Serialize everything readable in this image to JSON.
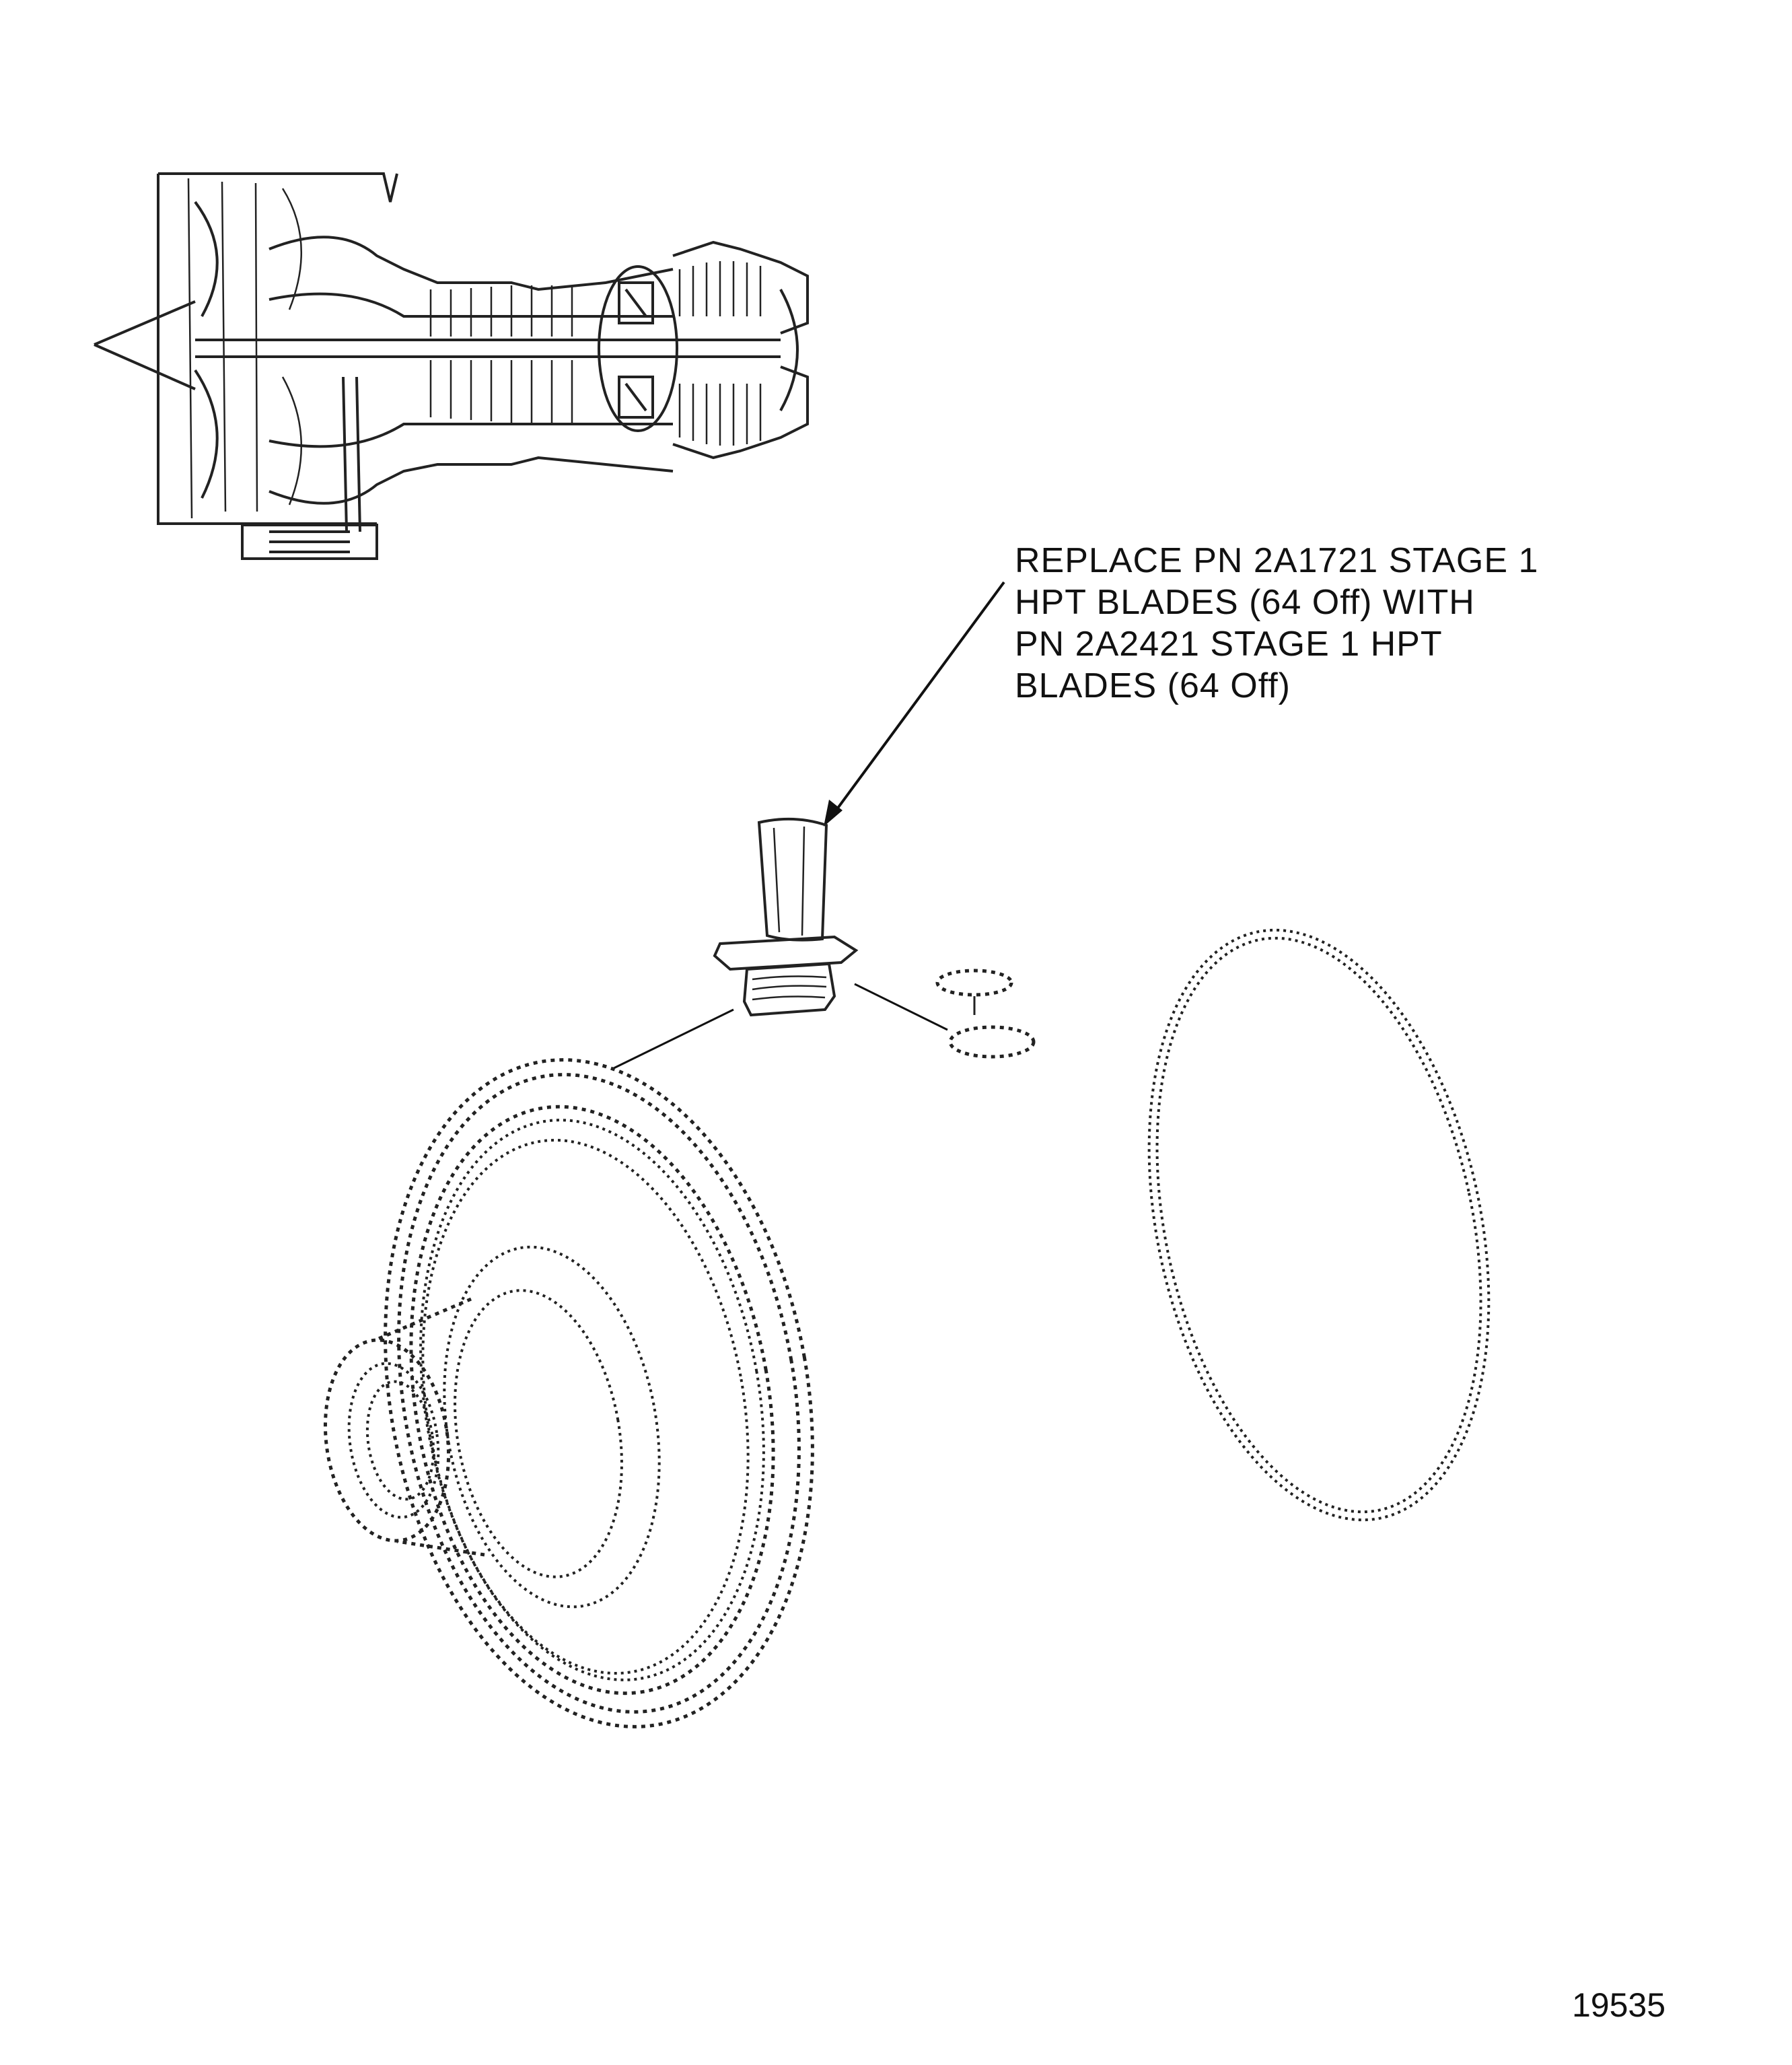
{
  "callout": {
    "lines": [
      "REPLACE PN 2A1721 STAGE 1",
      "HPT BLADES (64 Off) WITH",
      "PN 2A2421 STAGE 1 HPT",
      "BLADES (64 Off)"
    ]
  },
  "figure_number": "19535"
}
